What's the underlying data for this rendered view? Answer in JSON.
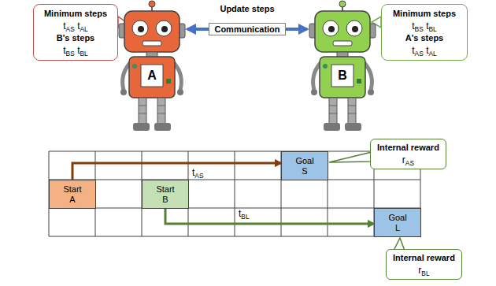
{
  "diagram": {
    "nodes": [
      {
        "text": [
          "Minimum steps",
          "tAS tAL",
          "B's steps",
          "tBS tBL"
        ]
      },
      {
        "text": [
          "A"
        ]
      },
      {
        "text": [
          "B"
        ]
      },
      {
        "text": [
          "Minimum steps",
          "tBS tBL",
          "A's steps",
          "tAS tAL"
        ]
      },
      {
        "text": [
          "Goal S"
        ]
      },
      {
        "text": [
          "Start A"
        ]
      },
      {
        "text": [
          "Start B"
        ]
      },
      {
        "text": [
          "Goal L"
        ]
      },
      {
        "text": [
          "Internal reward",
          "rAS"
        ]
      },
      {
        "text": [
          "Internal reward",
          "rBL"
        ]
      }
    ],
    "edges": [
      {
        "from": 1,
        "to": 2,
        "arrow": "both",
        "label": "Communication"
      },
      {
        "from": 5,
        "to": 4,
        "arrow": "to"
      },
      {
        "from": 6,
        "to": 7,
        "arrow": "to"
      }
    ],
    "labels": [
      "Update steps",
      "tAS",
      "tBL"
    ]
  }
}
